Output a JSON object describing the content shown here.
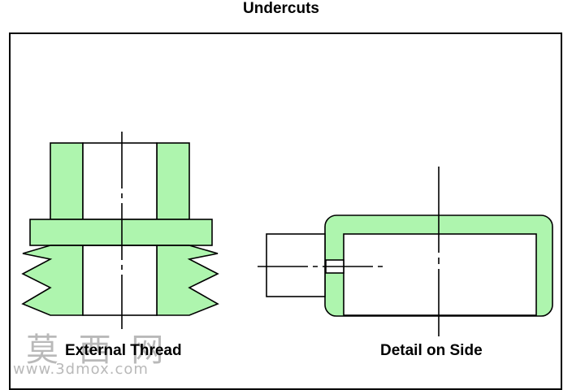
{
  "title": "Undercuts",
  "labels": {
    "left": "External Thread",
    "right": "Detail on Side"
  },
  "watermark": {
    "chinese": "莫 西 网",
    "url": "www.3dmox.com"
  },
  "colors": {
    "fill": "#aef5ae",
    "stroke": "#000000",
    "watermark": "#b9b9b9"
  }
}
